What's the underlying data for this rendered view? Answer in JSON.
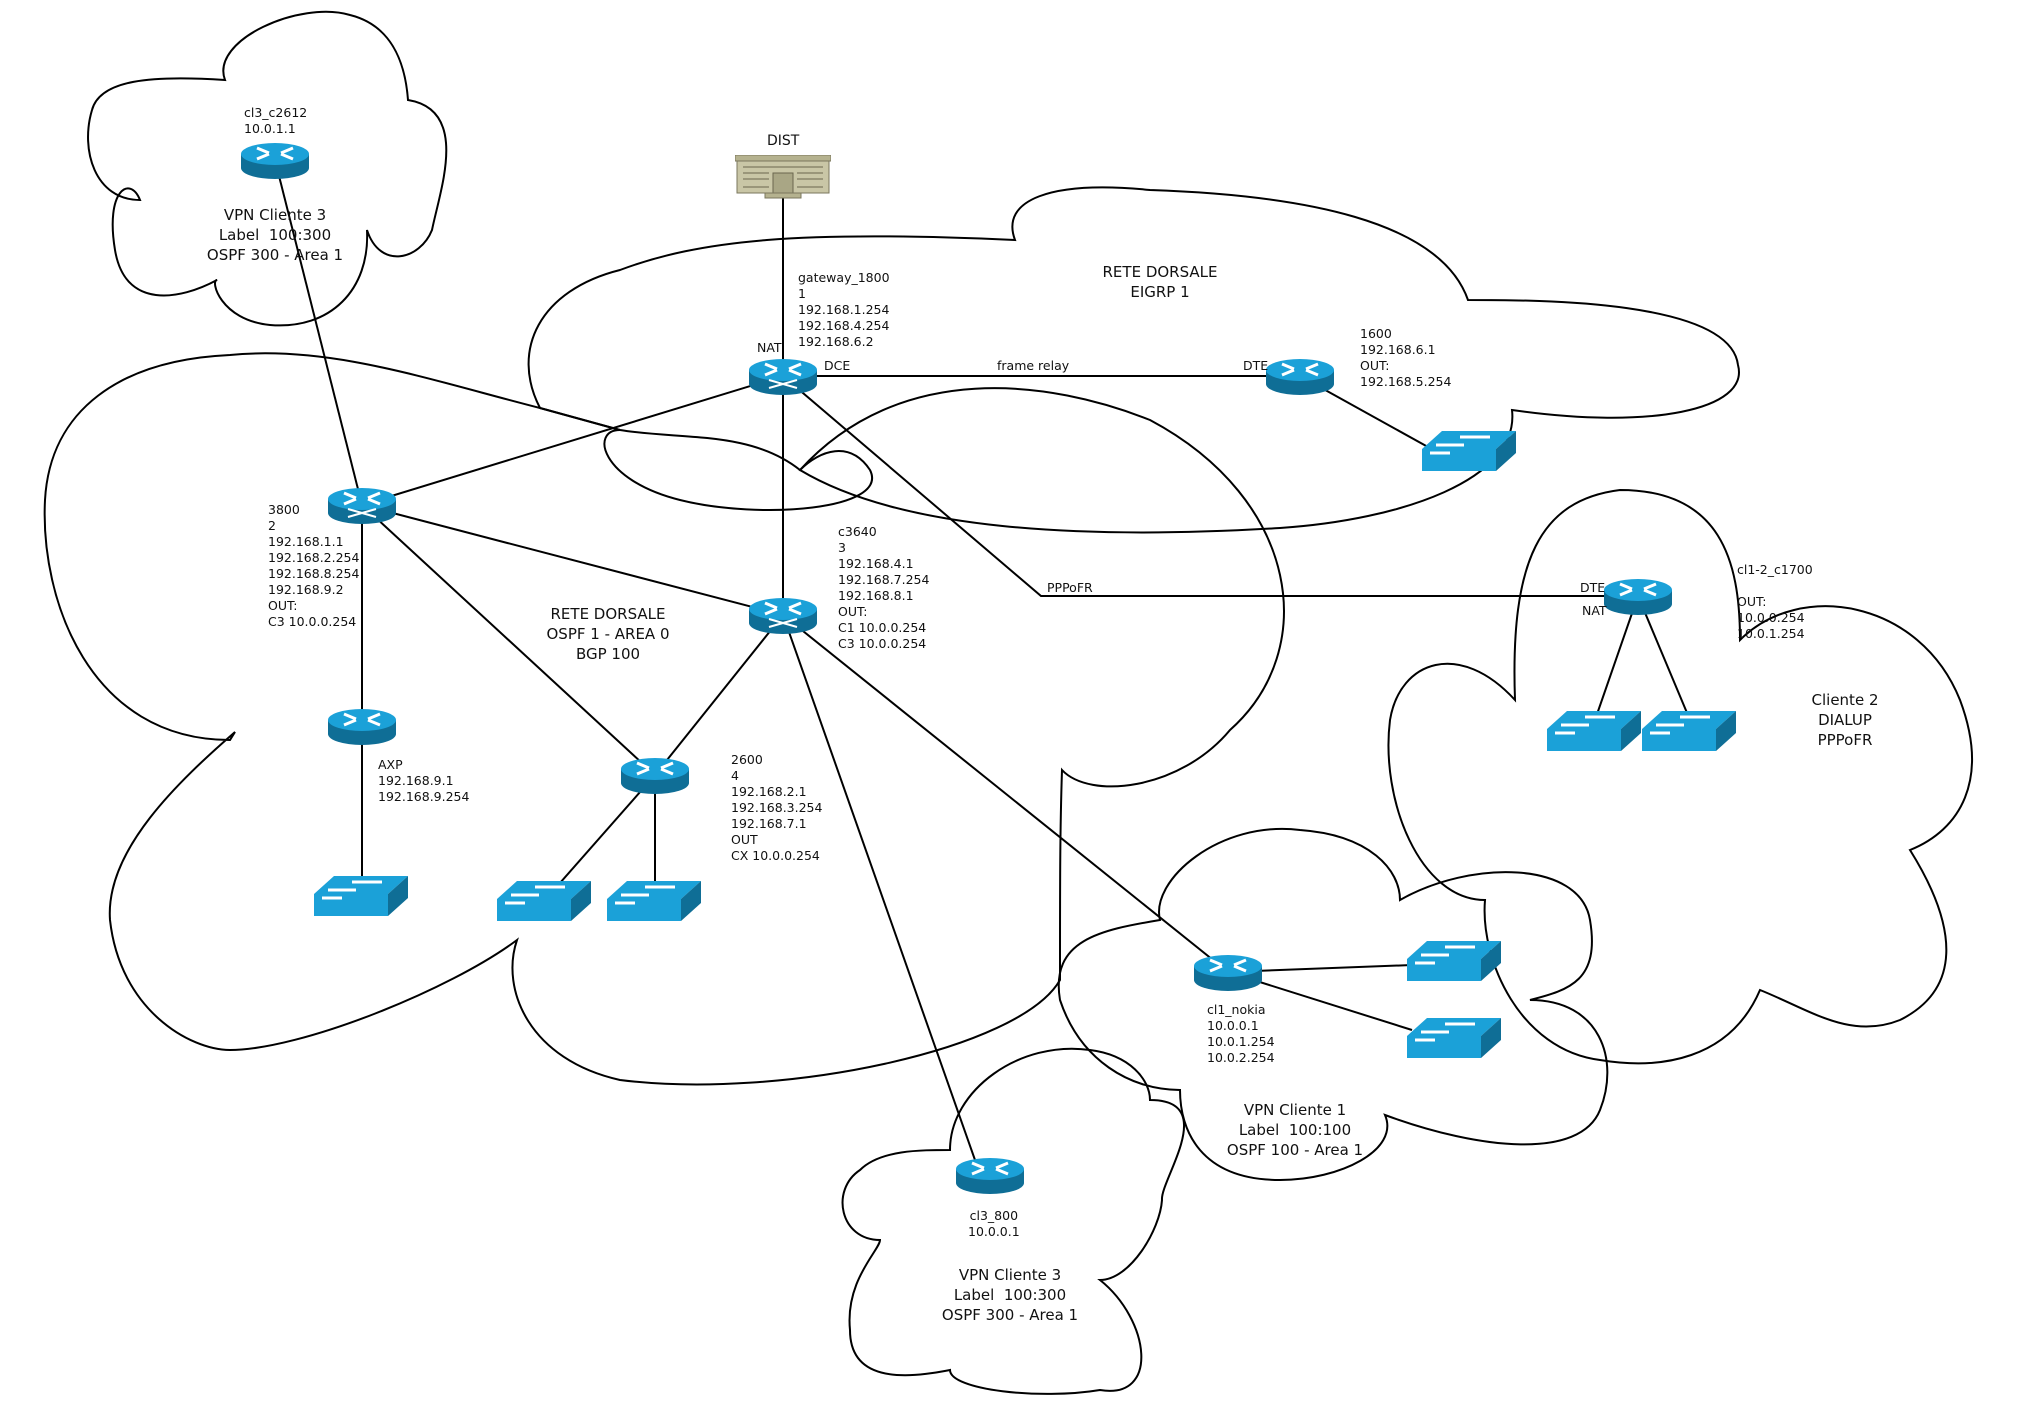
{
  "diagram": {
    "clouds": [
      {
        "id": "vpn-cliente3-top",
        "lines": [
          "VPN Cliente 3",
          "Label  100:300",
          "OSPF 300 - Area 1"
        ]
      },
      {
        "id": "rete-dorsale-eigrp",
        "lines": [
          "RETE DORSALE",
          "EIGRP 1"
        ]
      },
      {
        "id": "rete-dorsale-ospf",
        "lines": [
          "RETE DORSALE",
          "OSPF 1 - AREA 0",
          "BGP 100"
        ]
      },
      {
        "id": "cliente2",
        "lines": [
          "Cliente 2",
          "DIALUP",
          "PPPoFR"
        ]
      },
      {
        "id": "vpn-cliente1",
        "lines": [
          "VPN Cliente 1",
          "Label  100:100",
          "OSPF 100 - Area 1"
        ]
      },
      {
        "id": "vpn-cliente3-bottom",
        "lines": [
          "VPN Cliente 3",
          "Label  100:300",
          "OSPF 300 - Area 1"
        ]
      }
    ],
    "nodes": {
      "dist": {
        "type": "building",
        "label": "DIST"
      },
      "gateway": {
        "type": "router-switch",
        "lines": [
          "gateway_1800",
          "1",
          "192.168.1.254",
          "192.168.4.254",
          "192.168.6.2"
        ]
      },
      "r1600": {
        "type": "router",
        "lines": [
          "1600",
          "192.168.6.1",
          "OUT:",
          "192.168.5.254"
        ]
      },
      "r3800": {
        "type": "router-switch",
        "lines": [
          "3800",
          "2",
          "192.168.1.1",
          "192.168.2.254",
          "192.168.8.254",
          "192.168.9.2",
          "OUT:",
          "C3 10.0.0.254"
        ]
      },
      "c3640": {
        "type": "router-switch",
        "lines": [
          "c3640",
          "3",
          "192.168.4.1",
          "192.168.7.254",
          "192.168.8.1",
          "OUT:",
          "C1 10.0.0.254",
          "C3 10.0.0.254"
        ]
      },
      "axp": {
        "type": "router",
        "lines": [
          "AXP",
          "192.168.9.1",
          "192.168.9.254"
        ]
      },
      "r2600": {
        "type": "router",
        "lines": [
          "2600",
          "4",
          "192.168.2.1",
          "192.168.3.254",
          "192.168.7.1",
          "OUT",
          "CX 10.0.0.254"
        ]
      },
      "c1700": {
        "type": "router",
        "lines": [
          "cl1-2_c1700",
          "",
          "OUT:",
          "10.0.0.254",
          "10.0.1.254"
        ]
      },
      "nokia": {
        "type": "router",
        "lines": [
          "cl1_nokia",
          "10.0.0.1",
          "10.0.1.254",
          "10.0.2.254"
        ]
      },
      "c2612": {
        "type": "router",
        "lines": [
          "cl3_c2612",
          "10.0.1.1"
        ]
      },
      "c800": {
        "type": "router",
        "lines": [
          "cl3_800",
          "10.0.0.1"
        ]
      }
    },
    "link_labels": {
      "nat_gateway": "NAT",
      "dce": "DCE",
      "frame_relay": "frame relay",
      "dte_1600": "DTE",
      "pppofr": "PPPoFR",
      "dte_c1700": "DTE",
      "nat_c1700": "NAT"
    },
    "colors": {
      "device": "#1ba1d8",
      "device_dark": "#0f6e96",
      "line": "#000000",
      "building": "#c9c6a6"
    }
  }
}
